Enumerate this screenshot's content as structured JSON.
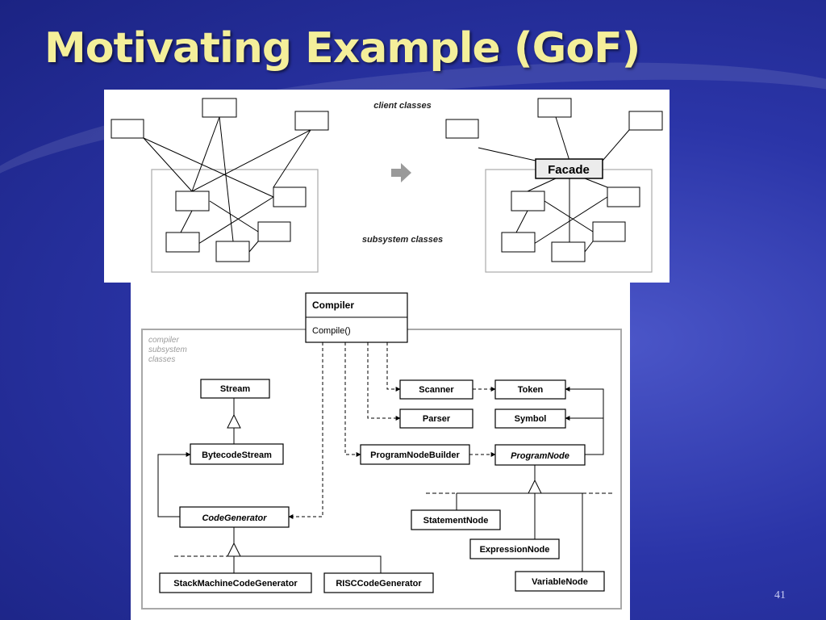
{
  "slide": {
    "title": "Motivating Example (GoF)",
    "page_number": "41"
  },
  "top_diagram": {
    "client_label": "client classes",
    "subsystem_label": "subsystem classes",
    "facade_label": "Facade"
  },
  "bottom_diagram": {
    "compiler_class": "Compiler",
    "compiler_method": "Compile()",
    "subsystem_label_line1": "compiler",
    "subsystem_label_line2": "subsystem",
    "subsystem_label_line3": "classes",
    "classes": {
      "stream": "Stream",
      "bytecode_stream": "BytecodeStream",
      "code_generator": "CodeGenerator",
      "stack_machine": "StackMachineCodeGenerator",
      "risc": "RISCCodeGenerator",
      "scanner": "Scanner",
      "token": "Token",
      "parser": "Parser",
      "symbol": "Symbol",
      "program_node_builder": "ProgramNodeBuilder",
      "program_node": "ProgramNode",
      "statement_node": "StatementNode",
      "expression_node": "ExpressionNode",
      "variable_node": "VariableNode"
    }
  },
  "colors": {
    "title": "#f4ef9a",
    "background": "#2b35a8",
    "diagram_line": "#000000",
    "subsystem_border": "#a8a8a8"
  }
}
